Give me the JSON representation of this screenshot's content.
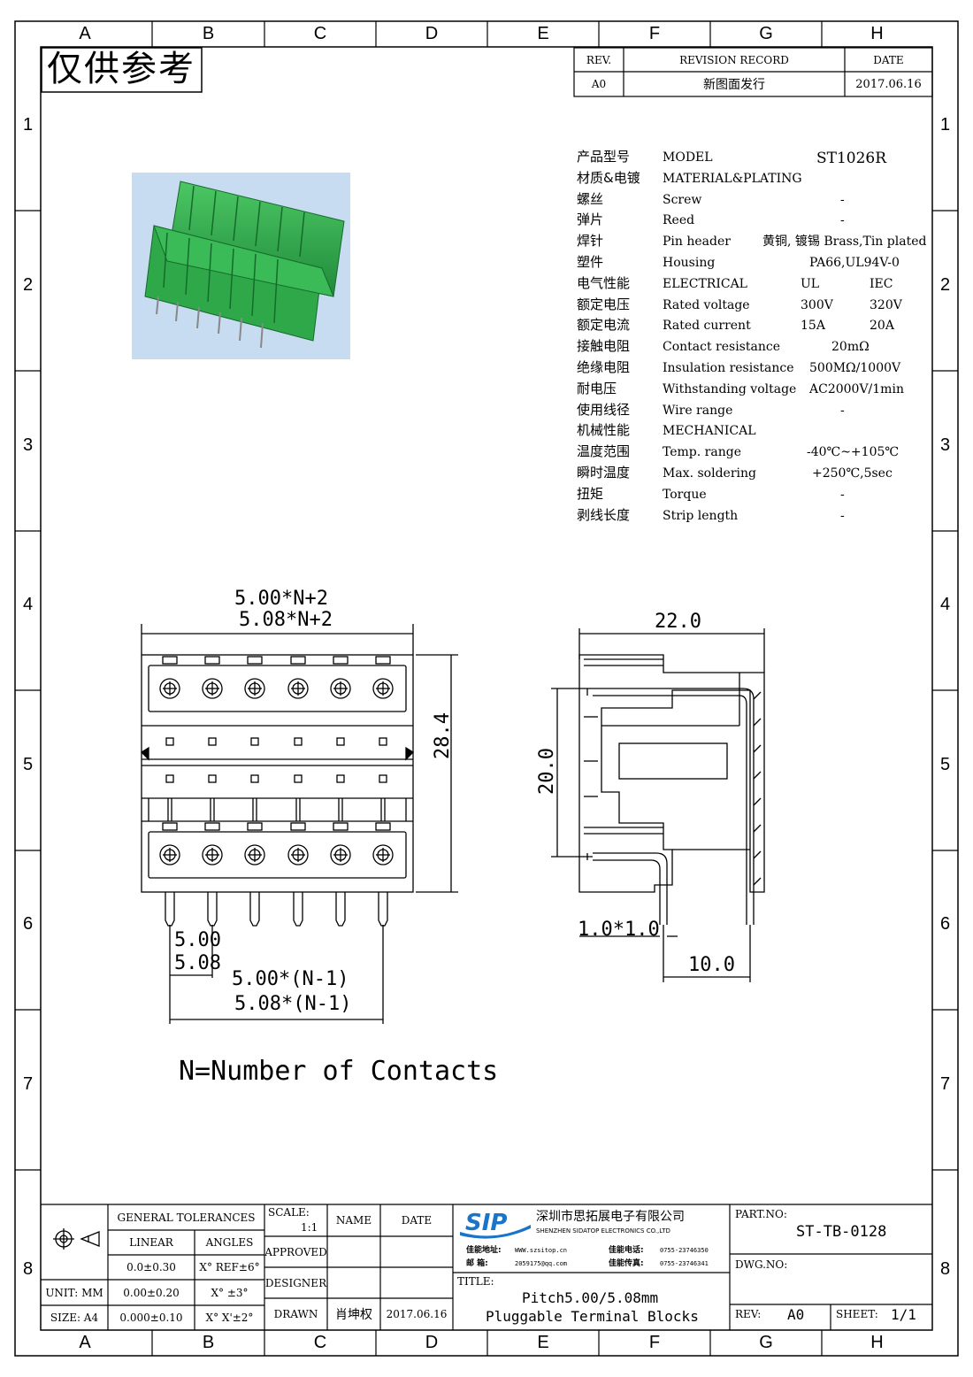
{
  "watermark": "仅供参考",
  "zones": {
    "columns": [
      "A",
      "B",
      "C",
      "D",
      "E",
      "F",
      "G",
      "H"
    ],
    "rows": [
      "1",
      "2",
      "3",
      "4",
      "5",
      "6",
      "7",
      "8"
    ]
  },
  "revision": {
    "rev_header": "REV.",
    "record_header": "REVISION RECORD",
    "date_header": "DATE",
    "rev": "A0",
    "record": "新图面发行",
    "date": "2017.06.16"
  },
  "specs": [
    {
      "cn": "产品型号",
      "en": "MODEL",
      "v1": "ST1026R",
      "v2": ""
    },
    {
      "cn": "材质&电镀",
      "en": "MATERIAL&PLATING",
      "v1": "",
      "v2": ""
    },
    {
      "cn": "螺丝",
      "en": "Screw",
      "v1": "-",
      "v2": ""
    },
    {
      "cn": "弹片",
      "en": "Reed",
      "v1": "-",
      "v2": ""
    },
    {
      "cn": "焊针",
      "en": "Pin header",
      "v1": "黄铜, 镀锡 Brass,Tin plated",
      "v2": ""
    },
    {
      "cn": "塑件",
      "en": "Housing",
      "v1": "PA66,UL94V-0",
      "v2": ""
    },
    {
      "cn": "电气性能",
      "en": "ELECTRICAL",
      "v1": "UL",
      "v2": "IEC"
    },
    {
      "cn": "额定电压",
      "en": "Rated voltage",
      "v1": "300V",
      "v2": "320V"
    },
    {
      "cn": "额定电流",
      "en": "Rated current",
      "v1": "15A",
      "v2": "20A"
    },
    {
      "cn": "接触电阻",
      "en": "Contact resistance",
      "v1": "20mΩ",
      "v2": ""
    },
    {
      "cn": "绝缘电阻",
      "en": "Insulation resistance",
      "v1": "500MΩ/1000V",
      "v2": ""
    },
    {
      "cn": "耐电压",
      "en": "Withstanding voltage",
      "v1": "AC2000V/1min",
      "v2": ""
    },
    {
      "cn": "使用线径",
      "en": "Wire range",
      "v1": "-",
      "v2": ""
    },
    {
      "cn": "机械性能",
      "en": "MECHANICAL",
      "v1": "",
      "v2": ""
    },
    {
      "cn": "温度范围",
      "en": "Temp. range",
      "v1": "-40℃~+105℃",
      "v2": ""
    },
    {
      "cn": "瞬时温度",
      "en": "Max. soldering",
      "v1": "+250℃,5sec",
      "v2": ""
    },
    {
      "cn": "扭矩",
      "en": "Torque",
      "v1": "-",
      "v2": ""
    },
    {
      "cn": "剥线长度",
      "en": "Strip length",
      "v1": "-",
      "v2": ""
    }
  ],
  "dimensions": {
    "width_a": "5.00*N+2",
    "width_b": "5.08*N+2",
    "height": "28.4",
    "pitch_a": "5.00",
    "pitch_b": "5.08",
    "span_a": "5.00*(N-1)",
    "span_b": "5.08*(N-1)",
    "side_width": "22.0",
    "side_height": "20.0",
    "pin_size": "1.0*1.0",
    "pin_offset": "10.0"
  },
  "note": "N=Number of Contacts",
  "title_block": {
    "general_tolerances": "GENERAL TOLERANCES",
    "linear": "LINEAR",
    "angles": "ANGLES",
    "tol1_lin": "0.0±0.30",
    "tol1_ang": "X° REF±6°",
    "tol2_lin": "0.00±0.20",
    "tol2_ang": "X° ±3°",
    "tol3_lin": "0.000±0.10",
    "tol3_ang": "X° X'±2°",
    "unit": "UNIT: MM",
    "size": "SIZE: A4",
    "scale_label": "SCALE:",
    "scale": "1:1",
    "name_label": "NAME",
    "date_label": "DATE",
    "approved": "APPROVED",
    "designer": "DESIGNER",
    "drawn": "DRAWN",
    "drawn_name": "肖坤权",
    "drawn_date": "2017.06.16",
    "company_cn": "深圳市思拓展电子有限公司",
    "company_en": "SHENZHEN SIDATOP ELECTRONICS CO.,LTD",
    "contact_web_label": "佳能地址:",
    "contact_web": "WWW.szsitop.cn",
    "contact_mail_label": "邮 箱:",
    "contact_mail": "2059175@qq.com",
    "contact_tel_label": "佳能电话:",
    "contact_tel": "0755-23746350",
    "contact_fax_label": "佳能传真:",
    "contact_fax": "0755-23746341",
    "title_label": "TITLE:",
    "title_line1": "Pitch5.00/5.08mm",
    "title_line2": "Pluggable Terminal Blocks",
    "part_no_label": "PART.NO:",
    "part_no": "ST-TB-0128",
    "dwg_no_label": "DWG.NO:",
    "rev_label": "REV:",
    "rev": "A0",
    "sheet_label": "SHEET:",
    "sheet": "1/1",
    "logo": "SIP"
  },
  "colors": {
    "connector_green": "#2fa84a",
    "photo_bg": "#c7dcf0",
    "logo_blue": "#1a74c8"
  }
}
